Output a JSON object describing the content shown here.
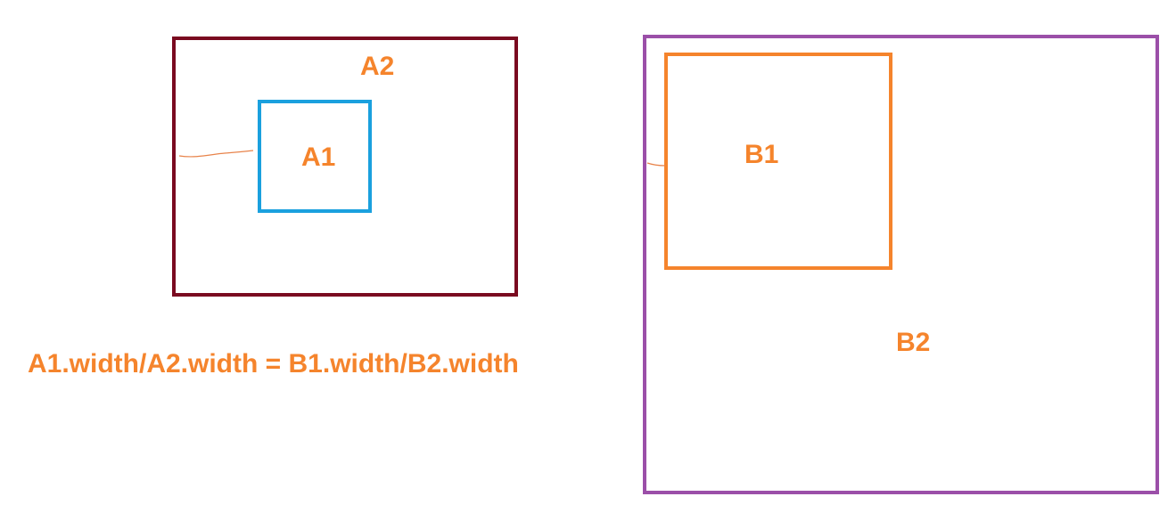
{
  "labels": {
    "a1": "A1",
    "a2": "A2",
    "b1": "B1",
    "b2": "B2",
    "formula": "A1.width/A2.width = B1.width/B2.width"
  },
  "colors": {
    "a2_border": "#7a0a20",
    "a1_border": "#1aa0de",
    "b2_border": "#9b4fa8",
    "b1_border": "#f5842c",
    "text": "#f5842c",
    "connector": "#e8834a"
  }
}
